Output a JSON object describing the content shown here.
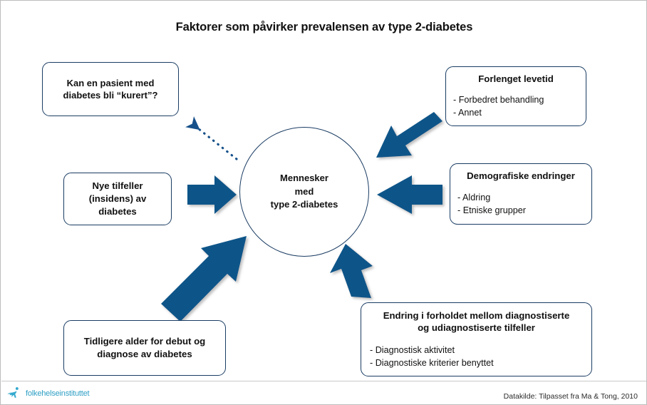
{
  "title": "Faktorer som påvirker prevalensen av type 2-diabetes",
  "center": {
    "name": "mennesker-med-type-2-diabetes",
    "line1": "Mennesker",
    "line2": "med",
    "line3": "type 2-diabetes"
  },
  "boxes": {
    "kurert": {
      "line1": "Kan en pasient med",
      "line2": "diabetes bli “kurert”?"
    },
    "nye_tilfeller": {
      "line1": "Nye tilfeller",
      "line2": "(insidens) av",
      "line3": "diabetes"
    },
    "tidligere_alder": {
      "line1": "Tidligere alder for debut og",
      "line2": "diagnose av diabetes"
    },
    "forlenget_levetid": {
      "heading": "Forlenget levetid",
      "items": [
        "- Forbedret behandling",
        "- Annet"
      ]
    },
    "demografiske_endringer": {
      "heading": "Demografiske endringer",
      "items": [
        "- Aldring",
        "- Etniske grupper"
      ]
    },
    "endring_forhold": {
      "heading_line1": "Endring i forholdet mellom diagnostiserte",
      "heading_line2": "og udiagnostiserte tilfeller",
      "items": [
        "- Diagnostisk aktivitet",
        "- Diagnostiske kriterier benyttet"
      ]
    }
  },
  "arrows": {
    "nye_tilfeller_to_center": "arrow-right",
    "tidligere_alder_to_center": "arrow-up-right",
    "levetid_to_center": "arrow-down-left",
    "demografi_to_center": "arrow-left",
    "endring_to_center": "arrow-up",
    "center_to_kurert": "dotted-arrow-up-left"
  },
  "footer": {
    "logo_text": "folkehelseinstituttet",
    "source": "Datakilde: Tilpasset fra Ma & Tong, 2010"
  },
  "colors": {
    "arrow_blue": "#115489",
    "outline_blue": "#1a3c63",
    "logo_cyan": "#33a9ce",
    "canvas_border": "#bdbdbd"
  }
}
